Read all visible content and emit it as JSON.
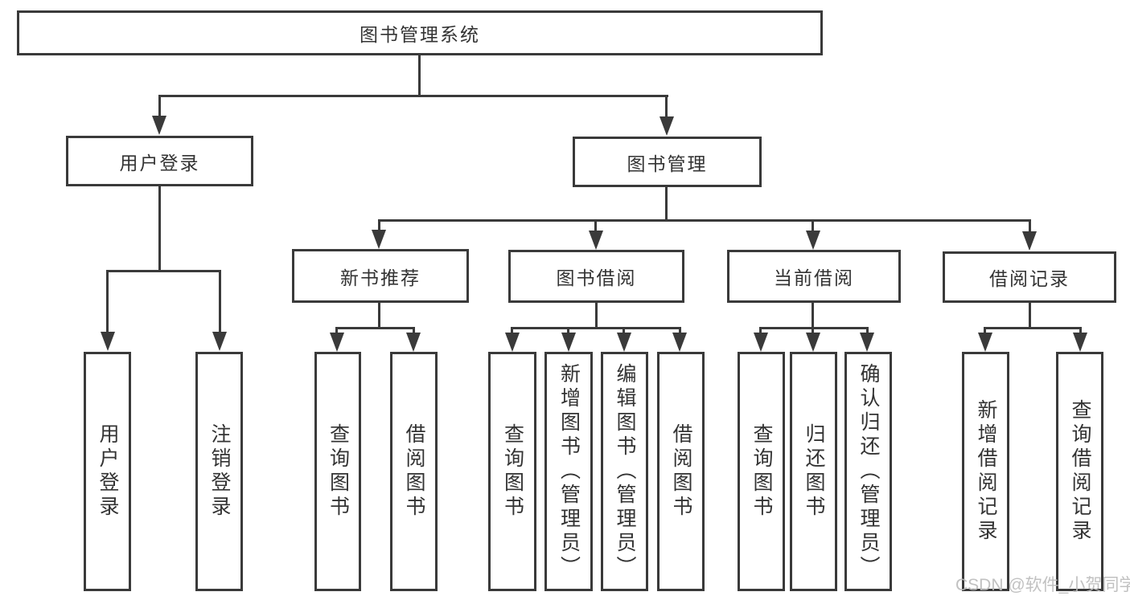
{
  "tree": {
    "root": {
      "label": "图书管理系统"
    },
    "branches": [
      {
        "label": "用户登录",
        "children": [
          "用户登录",
          "注销登录"
        ]
      },
      {
        "label": "图书管理",
        "sections": [
          {
            "label": "新书推荐",
            "children": [
              "查询图书",
              "借阅图书"
            ]
          },
          {
            "label": "图书借阅",
            "children": [
              "查询图书",
              "新增图书（管理员）",
              "编辑图书（管理员）",
              "借阅图书"
            ]
          },
          {
            "label": "当前借阅",
            "children": [
              "查询图书",
              "归还图书",
              "确认归还（管理员）"
            ]
          },
          {
            "label": "借阅记录",
            "children": [
              "新增借阅记录",
              "查询借阅记录"
            ]
          }
        ]
      }
    ]
  },
  "watermark": {
    "text": "CSDN @软件_小贺同学"
  },
  "colors": {
    "line": "#3a3a3a",
    "text": "#333333",
    "background": "#ffffff",
    "watermark": "#bcbcbc"
  }
}
